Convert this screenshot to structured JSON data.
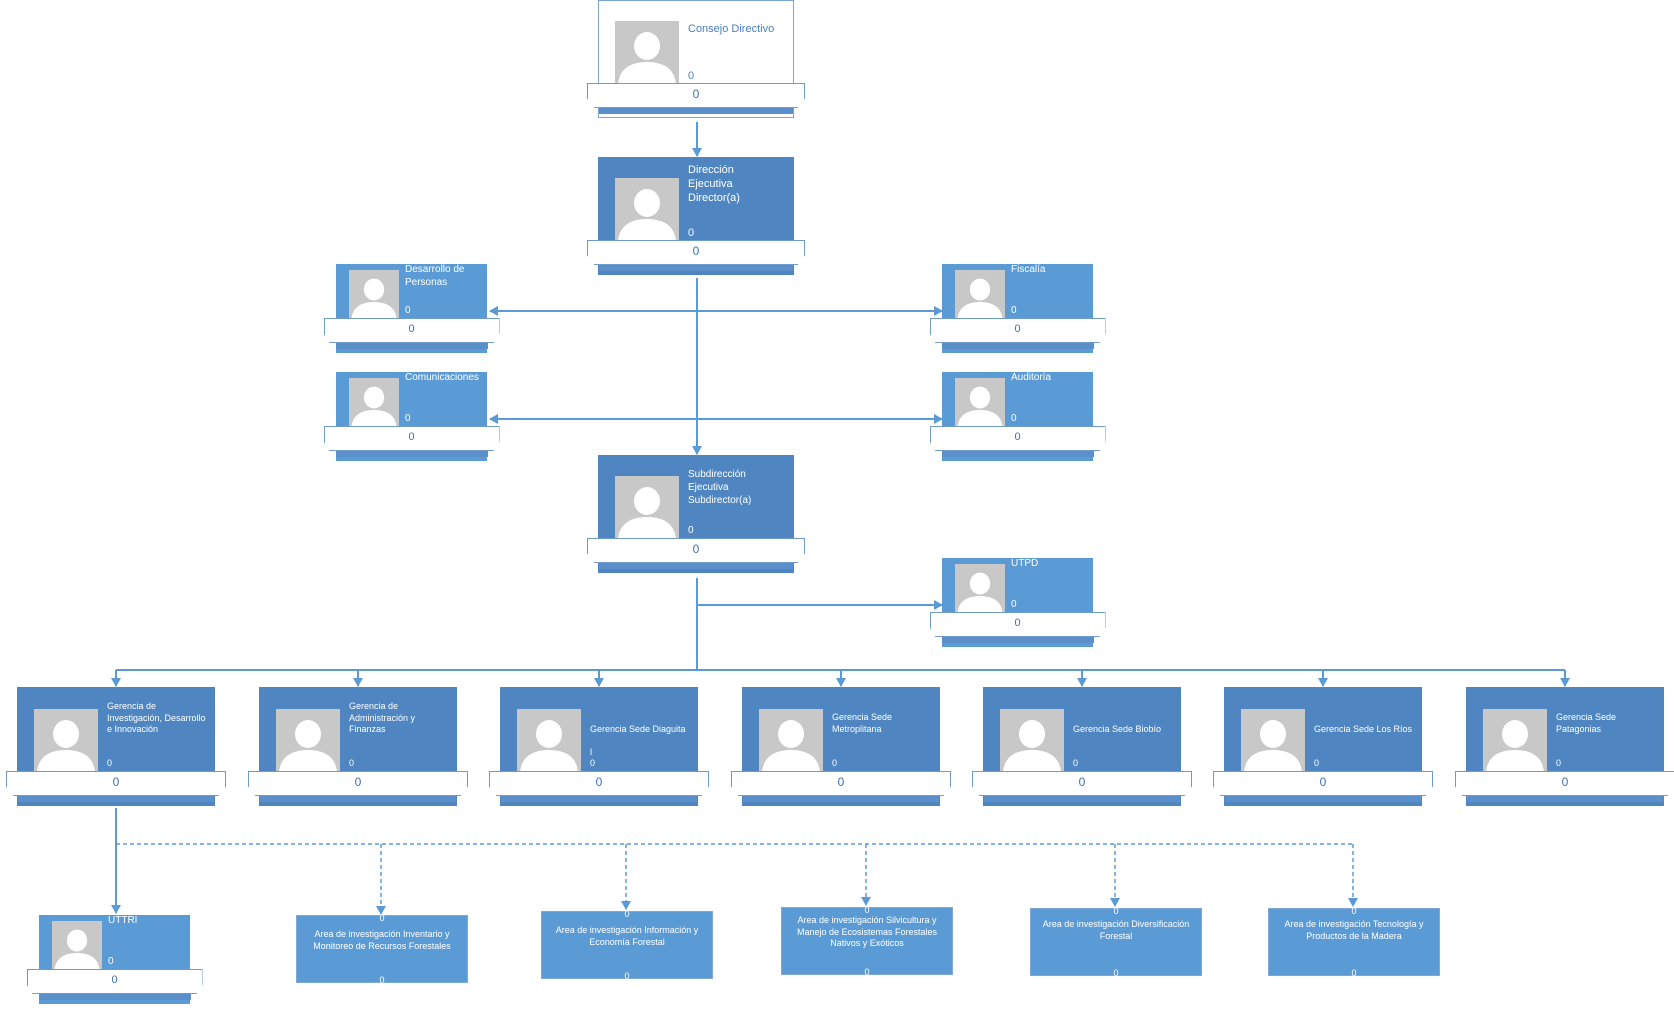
{
  "nodes": {
    "consejo": {
      "title": "Consejo Directivo",
      "value": "0",
      "band": "0"
    },
    "direccion": {
      "title": "Dirección\nEjecutiva\nDirector(a)",
      "value": "0",
      "band": "0"
    },
    "desarrollo": {
      "title": "Desarrollo de\nPersonas",
      "value": "0",
      "band": "0"
    },
    "fiscalia": {
      "title": "Fiscalía",
      "value": "0",
      "band": "0"
    },
    "comunicaciones": {
      "title": "Comunicaciones",
      "value": "0",
      "band": "0"
    },
    "auditoria": {
      "title": "Auditoría",
      "value": "0",
      "band": "0"
    },
    "subdireccion": {
      "title": "Subdirección\nEjecutiva\nSubdirector(a)",
      "value": "0",
      "band": "0"
    },
    "utpd": {
      "title": "UTPD",
      "value": "0",
      "band": "0"
    },
    "g_idi": {
      "title": "Gerencia de\nInvestigación, Desarrollo\ne Innovación",
      "value": "0",
      "band": "0"
    },
    "g_adm": {
      "title": "Gerencia de\nAdministración y\nFinanzas",
      "value": "0",
      "band": "0"
    },
    "g_diaguita": {
      "title": "Gerencia Sede Diaguita\n\nl",
      "value": "0",
      "band": "0"
    },
    "g_metro": {
      "title": "Gerencia Sede\nMetroplitana",
      "value": "0",
      "band": "0"
    },
    "g_biobio": {
      "title": "Gerencia Sede Biobío",
      "value": "0",
      "band": "0"
    },
    "g_losrios": {
      "title": "Gerencia Sede Los Ríos",
      "value": "0",
      "band": "0"
    },
    "g_patagonia": {
      "title": "Gerencia Sede\nPatagonias",
      "value": "0",
      "band": "0"
    },
    "uttri": {
      "title": "UTTRI",
      "value": "0",
      "band": "0"
    }
  },
  "areas": {
    "inventario": {
      "title": "Area de investigación Inventario y\nMonitoreo de Recursos Forestales",
      "top": "0",
      "bottom": "0"
    },
    "informacion": {
      "title": "Area de investigación Información y\nEconomía Forestal",
      "top": "0",
      "bottom": "0"
    },
    "silvicultura": {
      "title": "Area de investigación Silvicultura y\nManejo de Ecosistemas Forestales\nNativos y Exóticos",
      "top": "0",
      "bottom": "0"
    },
    "diversificacion": {
      "title": "Area de investigación Diversificación\nForestal",
      "top": "0",
      "bottom": "0"
    },
    "tecnologia": {
      "title": "Area de investigación Tecnología y\nProductos de la Madera",
      "top": "0",
      "bottom": "0"
    }
  }
}
